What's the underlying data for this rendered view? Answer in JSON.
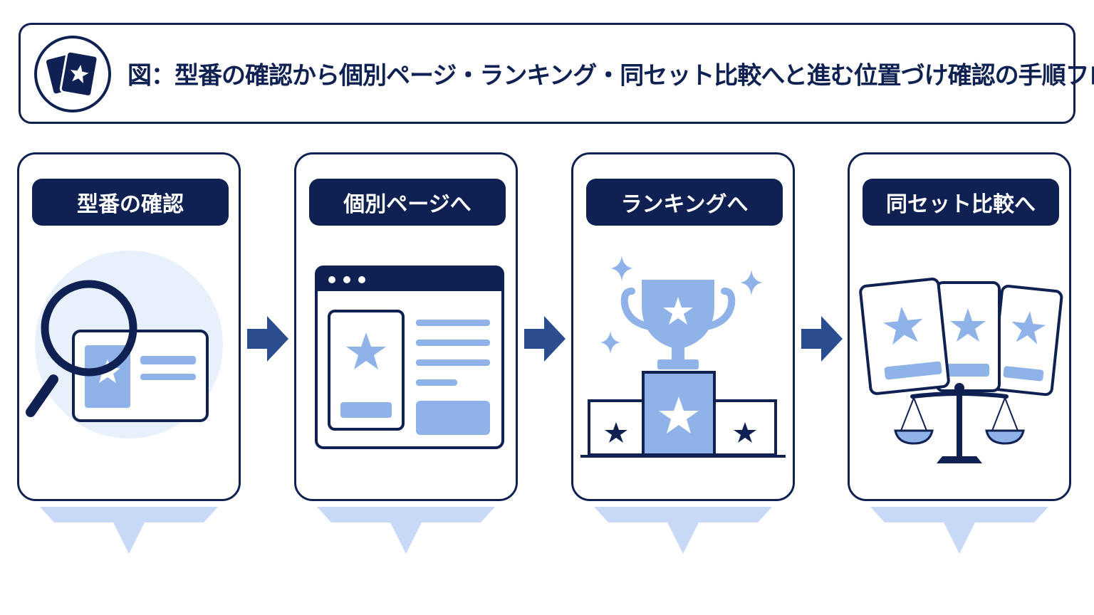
{
  "title": "図：型番の確認から個別ページ・ランキング・同セット比較へと進む位置づけ確認の手順フロー",
  "steps": [
    {
      "label": "型番の確認"
    },
    {
      "label": "個別ページへ"
    },
    {
      "label": "ランキングへ"
    },
    {
      "label": "同セット比較へ"
    }
  ],
  "colors": {
    "navy": "#0f2152",
    "accent": "#8fb2e8",
    "light": "#e8f0fc",
    "arrow": "#2a4d8f"
  }
}
